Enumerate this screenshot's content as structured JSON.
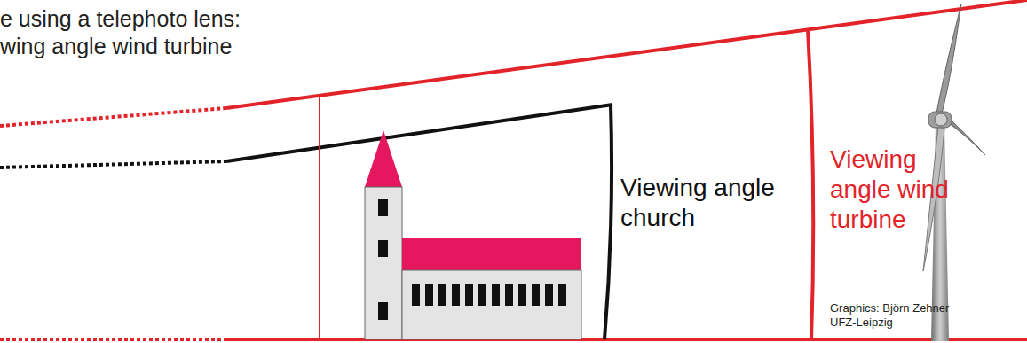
{
  "diagram": {
    "labels": [
      "e using a telephoto lens:",
      "wing angle wind turbine",
      "Viewing angle church",
      "Viewing angle wind turbine",
      "Graphics: Björn Zehner UFZ-Leipzig"
    ]
  }
}
